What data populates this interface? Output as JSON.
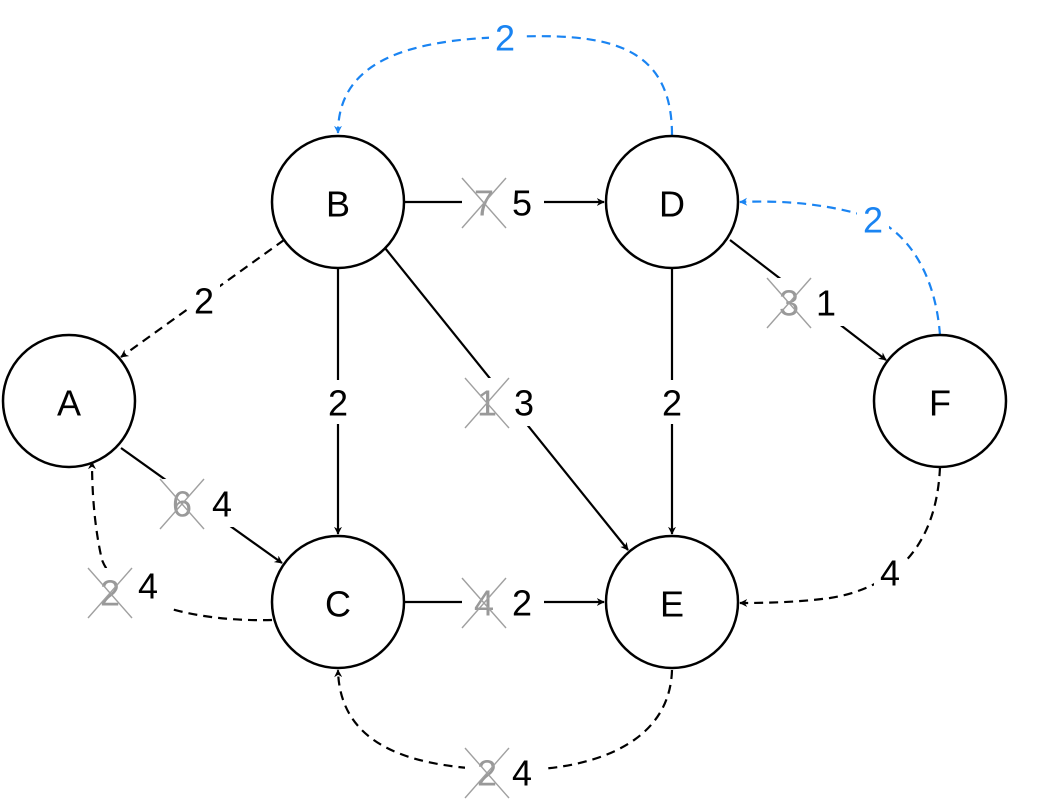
{
  "colors": {
    "default": "#000000",
    "highlight": "#1a84f2",
    "crossed_out": "#999999"
  },
  "nodes": [
    {
      "id": "A",
      "label": "A"
    },
    {
      "id": "B",
      "label": "B"
    },
    {
      "id": "C",
      "label": "C"
    },
    {
      "id": "D",
      "label": "D"
    },
    {
      "id": "E",
      "label": "E"
    },
    {
      "id": "F",
      "label": "F"
    }
  ],
  "edges": [
    {
      "id": "B-D",
      "from": "B",
      "to": "D",
      "style": "solid",
      "color": "default",
      "old_weight": "7",
      "weight": "5"
    },
    {
      "id": "B-A",
      "from": "B",
      "to": "A",
      "style": "dashed",
      "color": "default",
      "old_weight": null,
      "weight": "2"
    },
    {
      "id": "B-C",
      "from": "B",
      "to": "C",
      "style": "solid",
      "color": "default",
      "old_weight": null,
      "weight": "2"
    },
    {
      "id": "B-E",
      "from": "B",
      "to": "E",
      "style": "solid",
      "color": "default",
      "old_weight": "1",
      "weight": "3"
    },
    {
      "id": "D-E",
      "from": "D",
      "to": "E",
      "style": "solid",
      "color": "default",
      "old_weight": null,
      "weight": "2"
    },
    {
      "id": "D-F",
      "from": "D",
      "to": "F",
      "style": "solid",
      "color": "default",
      "old_weight": "3",
      "weight": "1"
    },
    {
      "id": "D-B",
      "from": "D",
      "to": "B",
      "style": "dashed",
      "color": "highlight",
      "old_weight": null,
      "weight": "2"
    },
    {
      "id": "F-D",
      "from": "F",
      "to": "D",
      "style": "dashed",
      "color": "highlight",
      "old_weight": null,
      "weight": "2"
    },
    {
      "id": "A-C",
      "from": "A",
      "to": "C",
      "style": "solid",
      "color": "default",
      "old_weight": "6",
      "weight": "4"
    },
    {
      "id": "C-A",
      "from": "C",
      "to": "A",
      "style": "dashed",
      "color": "default",
      "old_weight": "2",
      "weight": "4"
    },
    {
      "id": "C-E",
      "from": "C",
      "to": "E",
      "style": "solid",
      "color": "default",
      "old_weight": "4",
      "weight": "2"
    },
    {
      "id": "E-C",
      "from": "E",
      "to": "C",
      "style": "dashed",
      "color": "default",
      "old_weight": "2",
      "weight": "4"
    },
    {
      "id": "F-E",
      "from": "F",
      "to": "E",
      "style": "dashed",
      "color": "default",
      "old_weight": null,
      "weight": "4"
    }
  ]
}
